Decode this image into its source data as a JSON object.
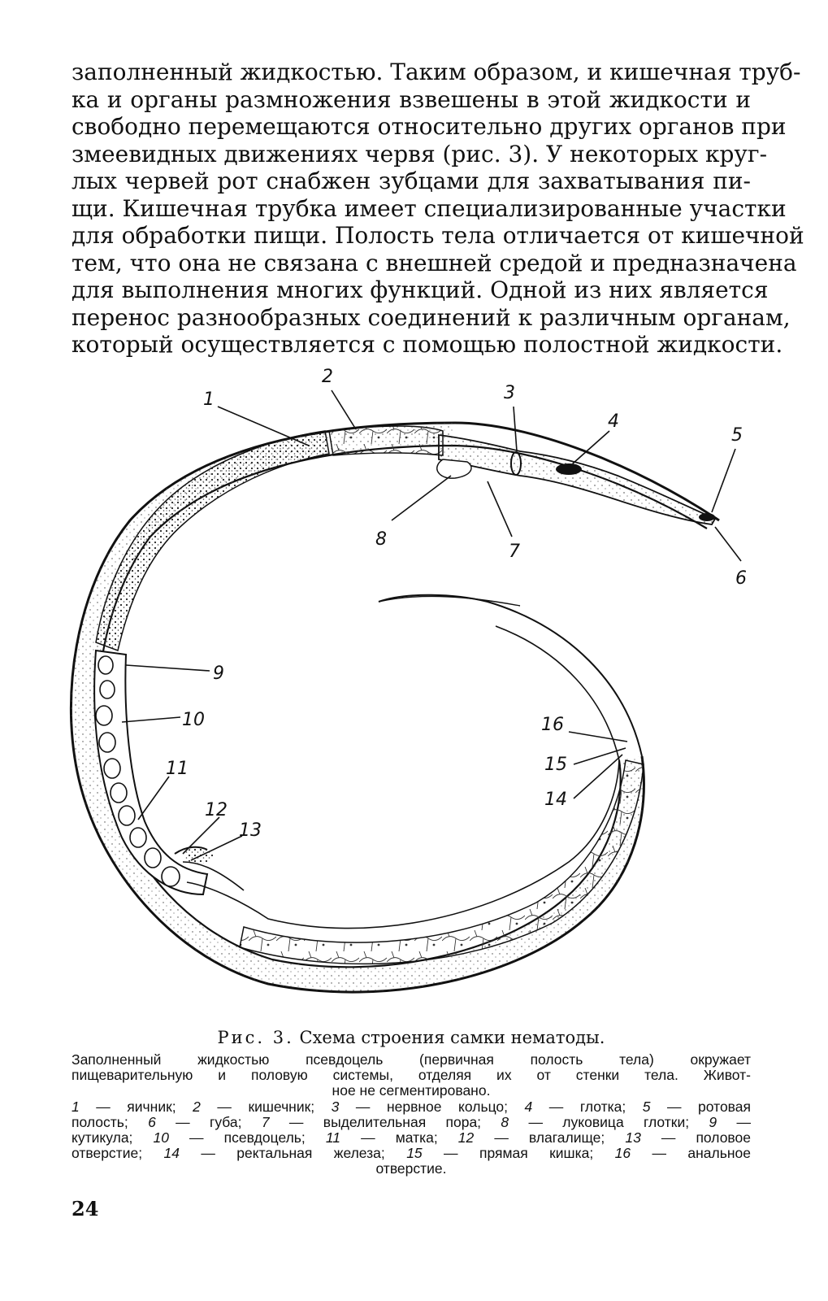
{
  "body_text": {
    "lines": [
      "заполненный жидкостью. Таким образом, и кишечная труб-",
      "ка и органы размножения взвешены в этой жидкости и",
      "свободно перемещаются относительно других органов при",
      "змеевидных движениях червя (рис. 3). У некоторых круг-",
      "лых червей рот снабжен зубцами для захватывания пи-",
      "щи. Кишечная трубка имеет специализированные участки",
      "для обработки пищи. Полость тела отличается от кишечной",
      "тем, что она не связана с внешней средой и предназначена",
      "для выполнения многих функций. Одной из них является",
      "перенос разнообразных соединений к различным органам,",
      "который осуществляется с помощью полостной жидкости."
    ]
  },
  "figure": {
    "labels": [
      "1",
      "2",
      "3",
      "4",
      "5",
      "6",
      "7",
      "8",
      "9",
      "10",
      "11",
      "12",
      "13",
      "14",
      "15",
      "16"
    ]
  },
  "caption": {
    "prefix": "Рис. 3.",
    "title": "Схема строения самки нематоды.",
    "description_lines": [
      "Заполненный жидкостью псевдоцель (первичная полость тела) окружает",
      "пищеварительную и половую системы, отделяя их от стенки тела. Живот-",
      "ное не сегментировано."
    ],
    "legend_lines": [
      [
        {
          "n": "1",
          "t": " — яичник; "
        },
        {
          "n": "2",
          "t": " — кишечник; "
        },
        {
          "n": "3",
          "t": " — нервное кольцо; "
        },
        {
          "n": "4",
          "t": " — глотка; "
        },
        {
          "n": "5",
          "t": " — ротовая"
        }
      ],
      [
        {
          "n": "",
          "t": "полость; "
        },
        {
          "n": "6",
          "t": " — губа; "
        },
        {
          "n": "7",
          "t": " — выделительная пора; "
        },
        {
          "n": "8",
          "t": " — луковица глотки; "
        },
        {
          "n": "9",
          "t": " —"
        }
      ],
      [
        {
          "n": "",
          "t": "кутикула; "
        },
        {
          "n": "10",
          "t": " — псевдоцель; "
        },
        {
          "n": "11",
          "t": " — матка; "
        },
        {
          "n": "12",
          "t": " — влагалище; "
        },
        {
          "n": "13",
          "t": " — половое"
        }
      ],
      [
        {
          "n": "",
          "t": "отверстие; "
        },
        {
          "n": "14",
          "t": " — ректальная железа; "
        },
        {
          "n": "15",
          "t": " — прямая кишка; "
        },
        {
          "n": "16",
          "t": " — анальное"
        }
      ],
      [
        {
          "n": "",
          "t": "отверстие."
        }
      ]
    ]
  },
  "page_number": "24"
}
